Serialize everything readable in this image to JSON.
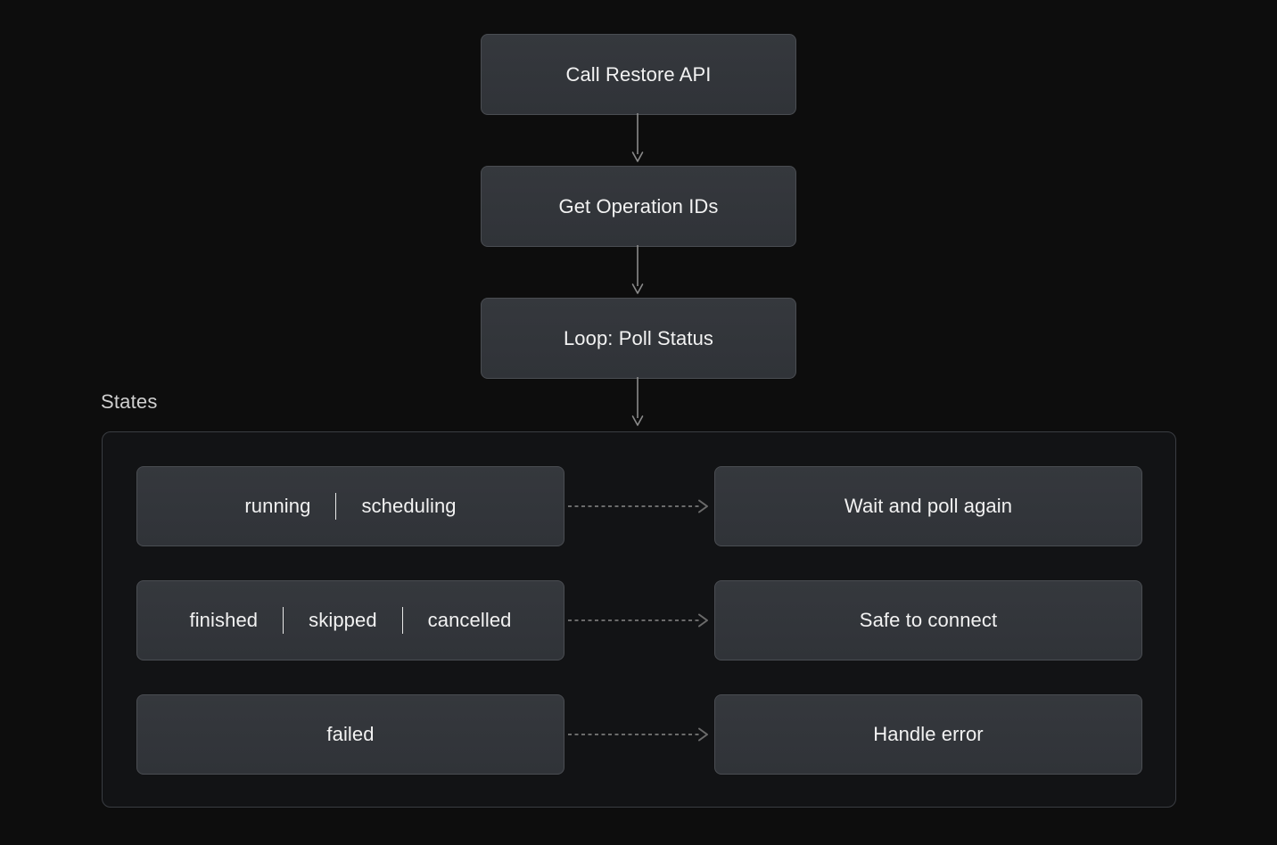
{
  "theme": {
    "page_background": "#0d0d0d",
    "node_fill": "#32353a",
    "node_border": "#4a4d52",
    "group_fill": "#121315",
    "group_border": "#3a3d42",
    "text_primary": "#f2f2f2",
    "text_muted": "#cfcfcf",
    "connector": "#8a8a8a",
    "dashed_connector": "#6b6b6b"
  },
  "flow": {
    "nodes": [
      {
        "id": "call-restore-api",
        "label": "Call Restore API"
      },
      {
        "id": "get-operation-ids",
        "label": "Get Operation IDs"
      },
      {
        "id": "loop-poll-status",
        "label": "Loop: Poll Status"
      }
    ]
  },
  "states_group": {
    "title": "States",
    "rows": [
      {
        "states": [
          "running",
          "scheduling"
        ],
        "action": "Wait and poll again"
      },
      {
        "states": [
          "finished",
          "skipped",
          "cancelled"
        ],
        "action": "Safe to connect"
      },
      {
        "states": [
          "failed"
        ],
        "action": "Handle error"
      }
    ]
  }
}
